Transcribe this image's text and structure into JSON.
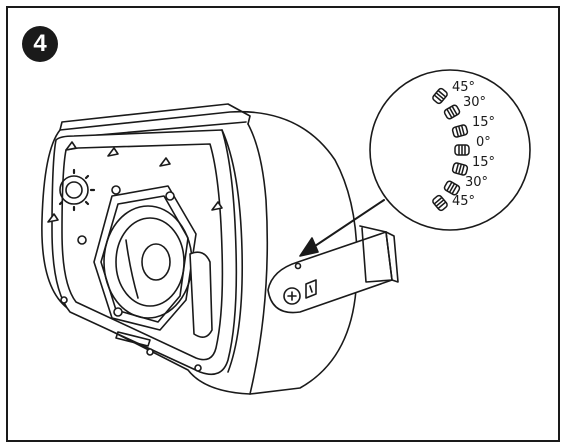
{
  "step": {
    "number": "4"
  },
  "angle_labels": [
    "45°",
    "30°",
    "15°",
    "0°",
    "15°",
    "30°",
    "45°"
  ],
  "colors": {
    "line": "#1a1a1a",
    "fill": "#ffffff",
    "badge": "#1a1a1a"
  },
  "icons": [
    "mounting-screw-icon",
    "angle-detent-icon",
    "direction-arrow-icon"
  ]
}
